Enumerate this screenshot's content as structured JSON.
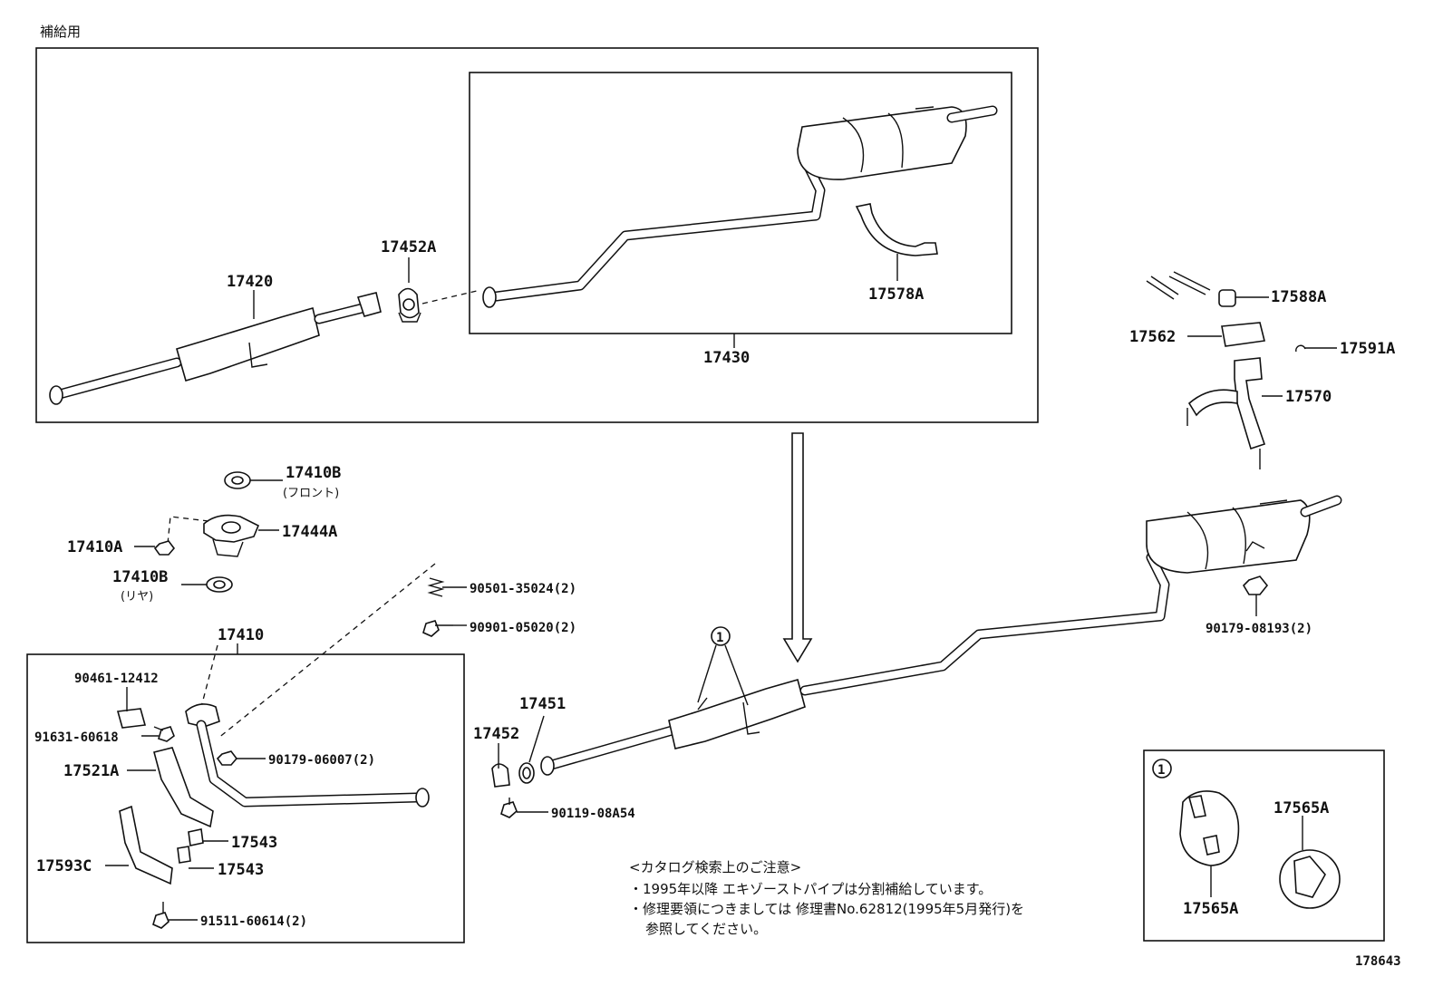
{
  "header": {
    "supply_label": "補給用"
  },
  "diagram_number": "178643",
  "parts": {
    "p17420": "17420",
    "p17452A": "17452A",
    "p17578A": "17578A",
    "p17430": "17430",
    "p17588A": "17588A",
    "p17562": "17562",
    "p17591A": "17591A",
    "p17570": "17570",
    "p17410B_front": "17410B",
    "p17410B_front_note": "(フロント)",
    "p17444A": "17444A",
    "p17410A": "17410A",
    "p17410B_rear": "17410B",
    "p17410B_rear_note": "(リヤ)",
    "p17410": "17410",
    "p90501": "90501-35024(2)",
    "p90901": "90901-05020(2)",
    "p90461": "90461-12412",
    "p91631": "91631-60618",
    "p90179_06007": "90179-06007(2)",
    "p17521A": "17521A",
    "p17543_a": "17543",
    "p17543_b": "17543",
    "p17593C": "17593C",
    "p91511": "91511-60614(2)",
    "p17451": "17451",
    "p17452": "17452",
    "p90119": "90119-08A54",
    "p90179_08193": "90179-08193(2)",
    "p17565A_a": "17565A",
    "p17565A_b": "17565A",
    "ref_1": "1",
    "ref_1_box": "1"
  },
  "notes": {
    "title": "<カタログ検索上のご注意>",
    "line1": "・1995年以降 エキゾーストパイプは分割補給しています。",
    "line2": "・修理要領につきましては 修理書No.62812(1995年5月発行)を",
    "line3": "参照してください。"
  }
}
